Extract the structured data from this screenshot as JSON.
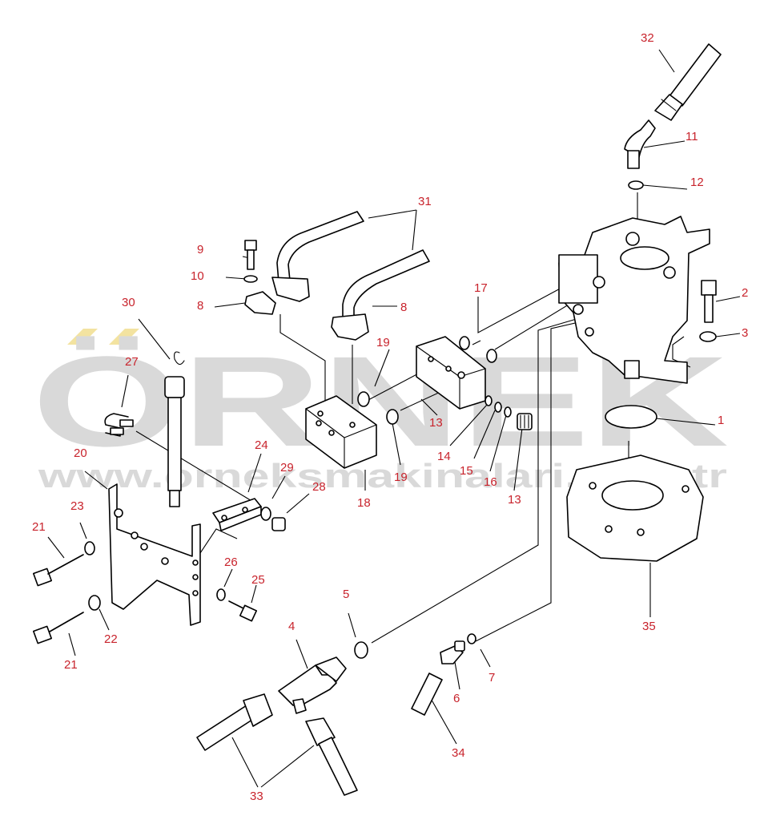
{
  "watermark": {
    "brand": "ÖRNEK",
    "url": "www.orneksmakinalari.com.tr",
    "brand_color": "#d6d6d6",
    "accent_color": "#f3e3a0"
  },
  "callouts": {
    "c1": "1",
    "c2": "2",
    "c3": "3",
    "c4": "4",
    "c5": "5",
    "c6": "6",
    "c7": "7",
    "c8a": "8",
    "c8b": "8",
    "c9": "9",
    "c10": "10",
    "c11": "11",
    "c12": "12",
    "c13a": "13",
    "c13b": "13",
    "c14": "14",
    "c15": "15",
    "c16": "16",
    "c17": "17",
    "c18": "18",
    "c19a": "19",
    "c19b": "19",
    "c20": "20",
    "c21a": "21",
    "c21b": "21",
    "c22": "22",
    "c23": "23",
    "c24": "24",
    "c25": "25",
    "c26": "26",
    "c27": "27",
    "c28": "28",
    "c29": "29",
    "c30": "30",
    "c31": "31",
    "c32": "32",
    "c33": "33",
    "c34": "34",
    "c35": "35"
  },
  "callout_color": "#c8232c"
}
